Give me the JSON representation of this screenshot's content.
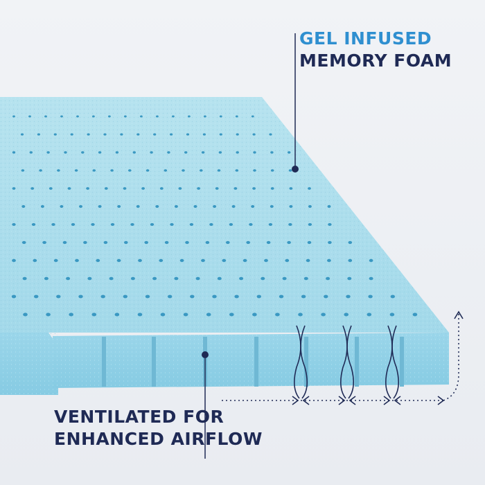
{
  "callouts": {
    "top": {
      "accent_line": "GEL INFUSED",
      "main_line": "MEMORY FOAM"
    },
    "bottom": {
      "line1": "VENTILATED FOR",
      "line2": "ENHANCED AIRFLOW"
    }
  },
  "colors": {
    "background": "#eceff3",
    "foam_top": "#a9dcea",
    "foam_edge": "#8ed0e6",
    "hole": "#3a98c2",
    "text_dark": "#1f2a55",
    "text_accent": "#2f8fd0"
  },
  "icons": [
    "airflow-arrows-icon",
    "airflow-curve-icon"
  ]
}
